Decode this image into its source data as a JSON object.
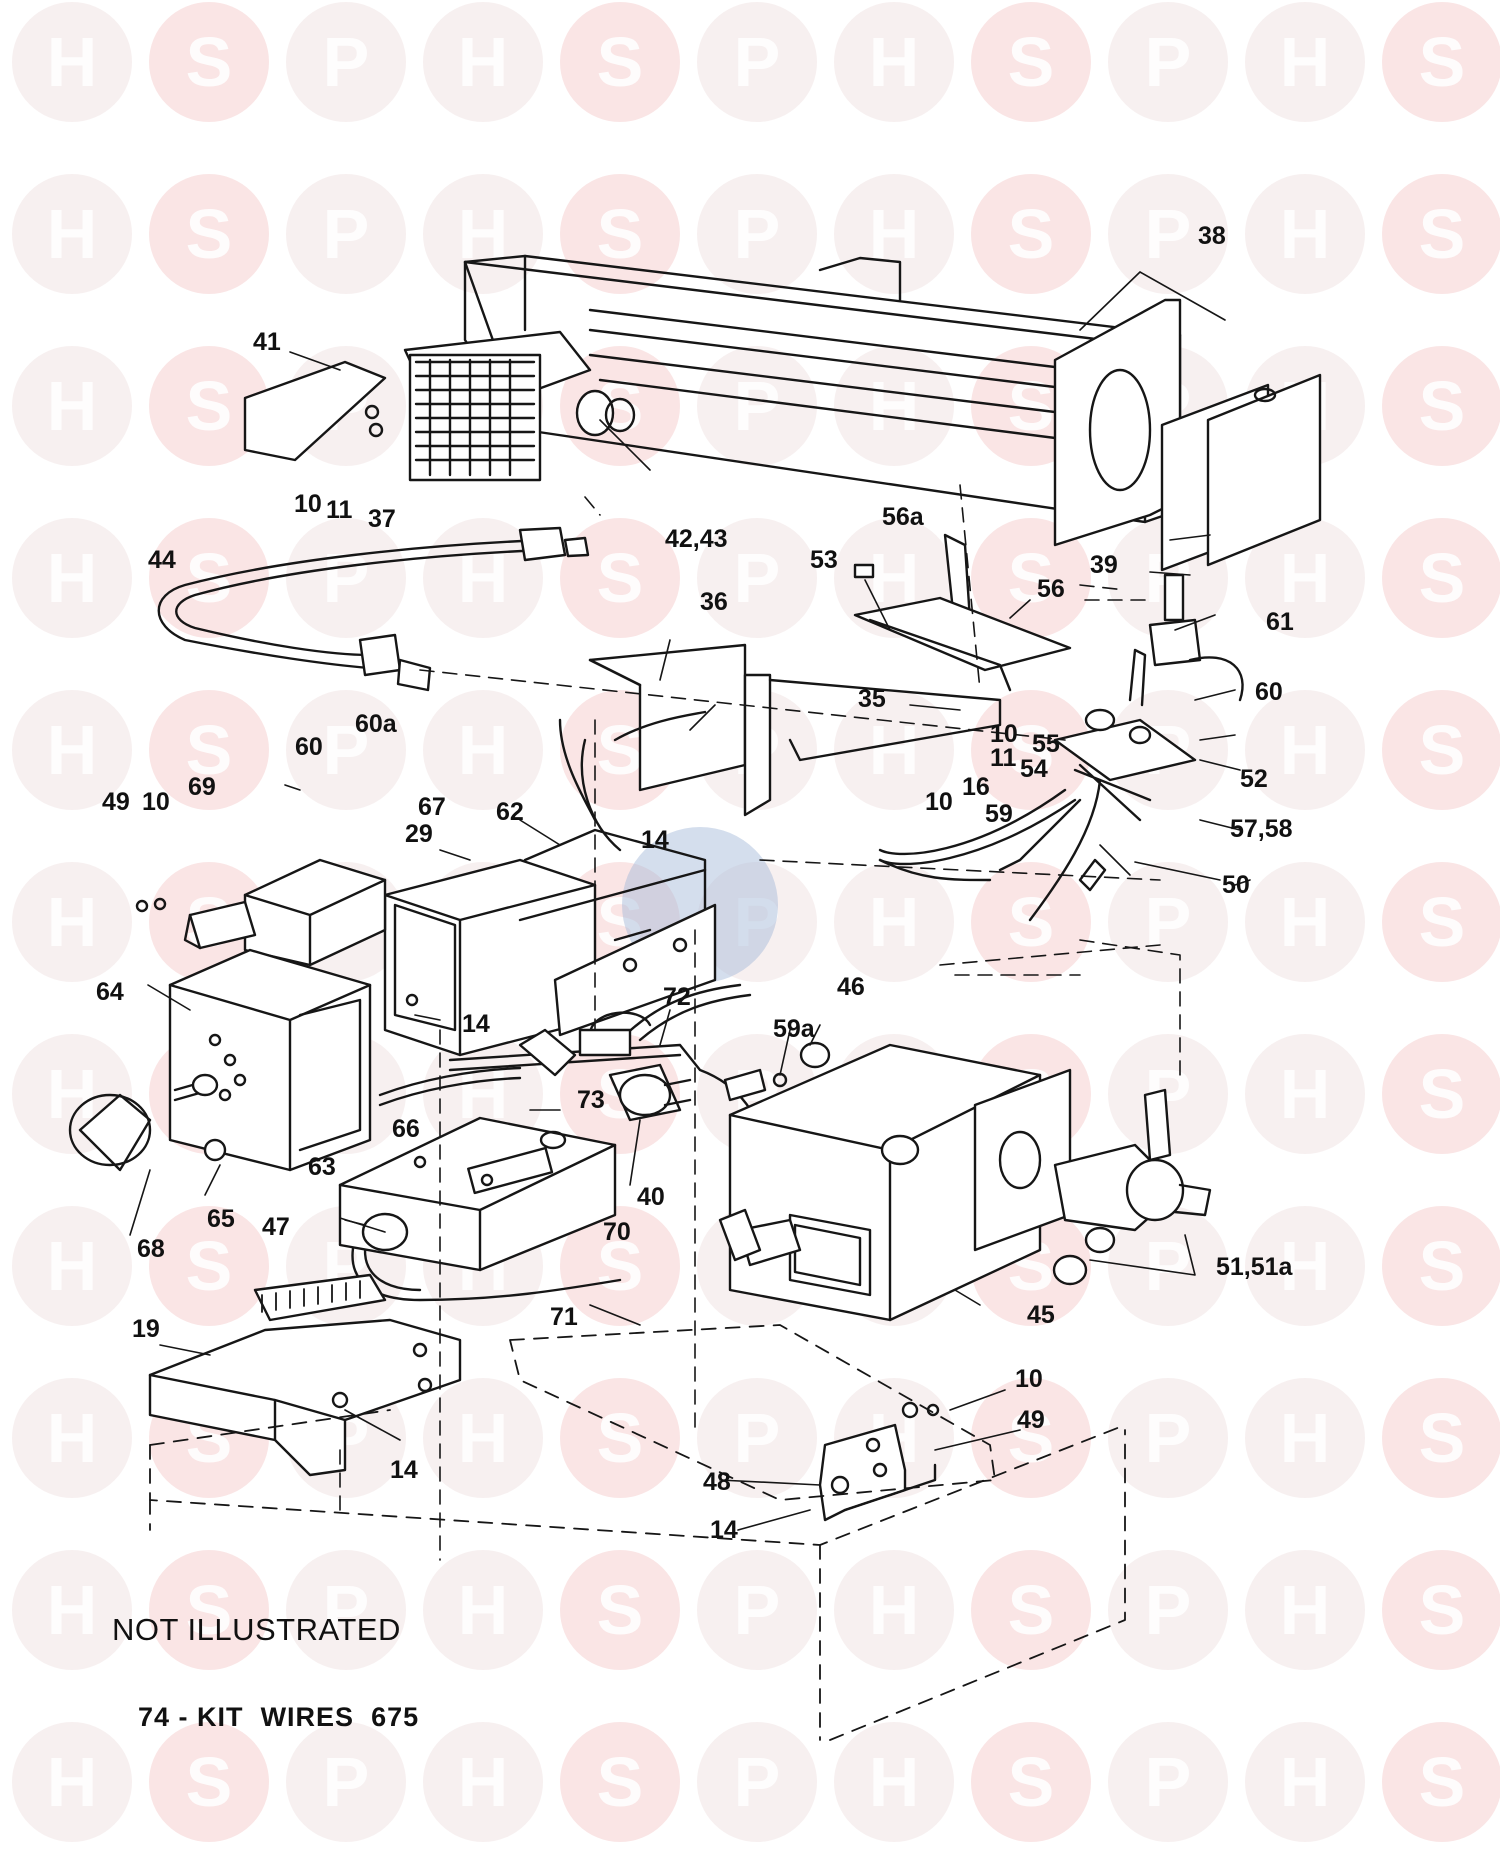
{
  "watermark": {
    "letters": [
      "H",
      "S",
      "P"
    ],
    "colors": [
      "#f0e4e4",
      "#f5cfcf"
    ],
    "center_badge_color": "#9fb6d6"
  },
  "labels": {
    "l38": "38",
    "l41": "41",
    "l10a": "10",
    "l11a": "11",
    "l37": "37",
    "l4243": "42,43",
    "l39": "39",
    "l56a": "56a",
    "l53": "53",
    "l56": "56",
    "l61": "61",
    "l44": "44",
    "l36": "36",
    "l60b": "60",
    "l35": "35",
    "l10b": "10",
    "l11b": "11",
    "l55": "55",
    "l52": "52",
    "l54": "54",
    "l16": "16",
    "l10c": "10",
    "l5758": "57,58",
    "l59": "59",
    "l60": "60",
    "l60a": "60a",
    "l49a": "49",
    "l10d": "10",
    "l69": "69",
    "l67": "67",
    "l62": "62",
    "l29": "29",
    "l14a": "14",
    "l50": "50",
    "l64": "64",
    "l14b": "14",
    "l72": "72",
    "l46": "46",
    "l59a": "59a",
    "l73": "73",
    "l66": "66",
    "l63": "63",
    "l40": "40",
    "l68": "68",
    "l65": "65",
    "l47": "47",
    "l70": "70",
    "l5151a": "51,51a",
    "l45": "45",
    "l71": "71",
    "l19": "19",
    "l10e": "10",
    "l49b": "49",
    "l14c": "14",
    "l48": "48",
    "l14d": "14"
  },
  "notes": {
    "not_illustrated": "NOT  ILLUSTRATED",
    "kit_number": "74 -",
    "kit_word1": "KIT",
    "kit_word2": "WIRES",
    "kit_code": "675"
  }
}
